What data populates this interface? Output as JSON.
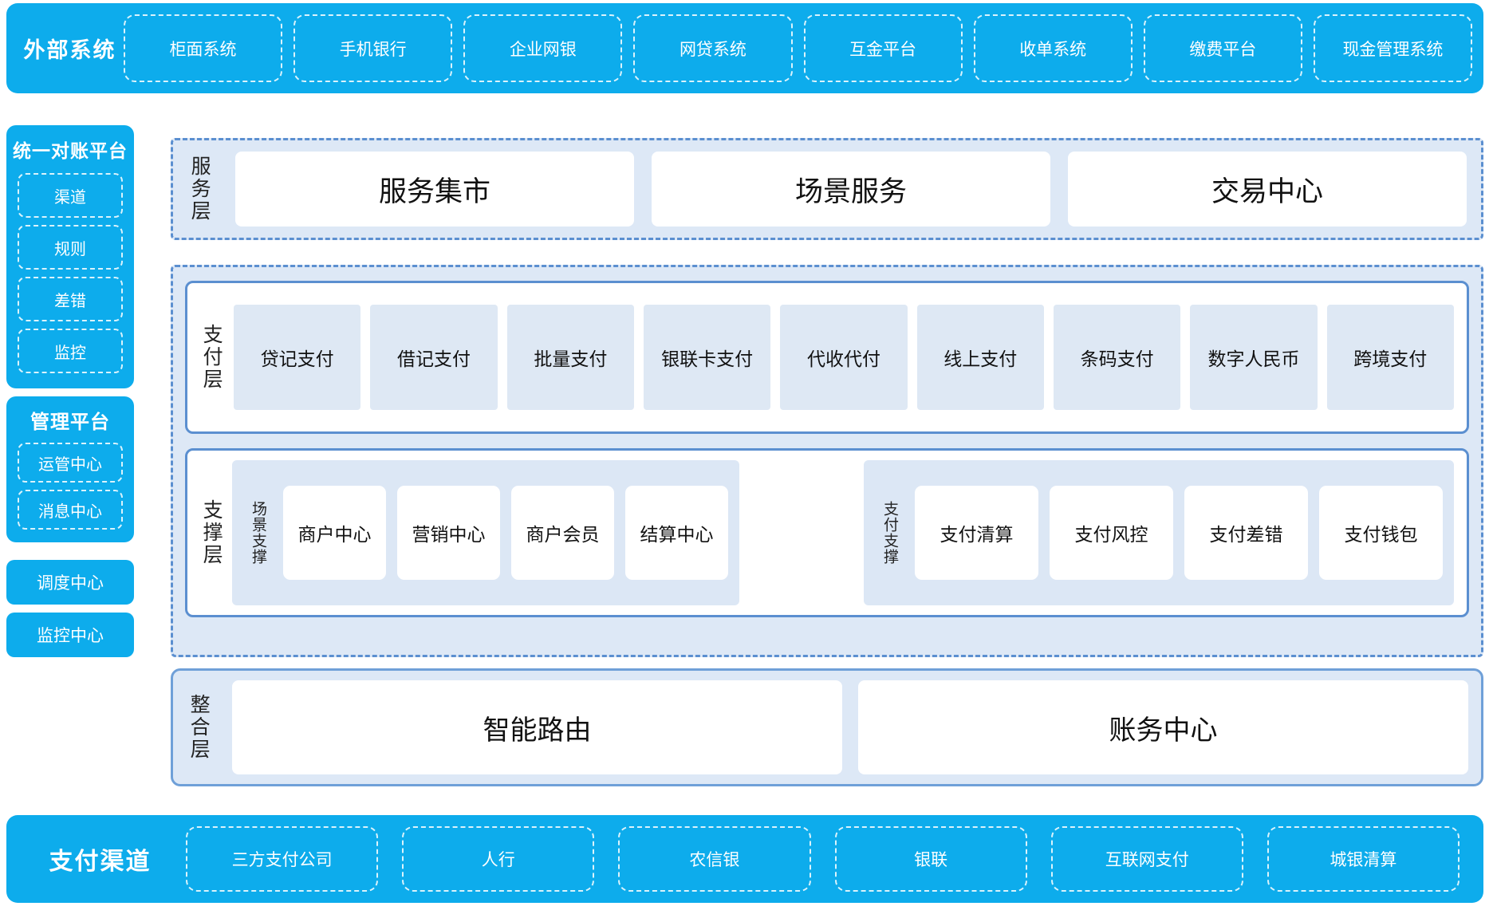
{
  "external_systems": {
    "title": "外部系统",
    "items": [
      "柜面系统",
      "手机银行",
      "企业网银",
      "网贷系统",
      "互金平台",
      "收单系统",
      "缴费平台",
      "现金管理系统"
    ]
  },
  "sidebar": {
    "reconciliation": {
      "title": "统一对账平台",
      "items": [
        "渠道",
        "规则",
        "差错",
        "监控"
      ]
    },
    "management": {
      "title": "管理平台",
      "items": [
        "运管中心",
        "消息中心"
      ]
    },
    "standalone": [
      "调度中心",
      "监控中心"
    ]
  },
  "service_layer": {
    "label": "服务层",
    "items": [
      "服务集市",
      "场景服务",
      "交易中心"
    ]
  },
  "payment_layer": {
    "label": "支付层",
    "items": [
      "贷记支付",
      "借记支付",
      "批量支付",
      "银联卡支付",
      "代收代付",
      "线上支付",
      "条码支付",
      "数字人民币",
      "跨境支付"
    ]
  },
  "support_layer": {
    "label": "支撑层",
    "groups": [
      {
        "label": "场景支撑",
        "items": [
          "商户中心",
          "营销中心",
          "商户会员",
          "结算中心"
        ]
      },
      {
        "label": "支付支撑",
        "items": [
          "支付清算",
          "支付风控",
          "支付差错",
          "支付钱包"
        ]
      }
    ]
  },
  "integration_layer": {
    "label": "整合层",
    "items": [
      "智能路由",
      "账务中心"
    ]
  },
  "payment_channels": {
    "title": "支付渠道",
    "items": [
      "三方支付公司",
      "人行",
      "农信银",
      "银联",
      "互联网支付",
      "城银清算"
    ]
  },
  "colors": {
    "brand_blue": "#0DACEC",
    "panel_bg": "#DDE8F6",
    "panel_border": "#5B8FD0",
    "chip_bg": "#DEE8F4",
    "white": "#FFFFFF"
  }
}
